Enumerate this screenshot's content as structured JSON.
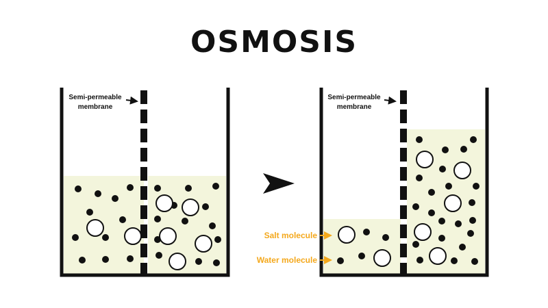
{
  "title": "OSMOSIS",
  "labels": {
    "membrane_line1": "Semi-permeable",
    "membrane_line2": "membrane",
    "salt": "Salt molecule",
    "water": "Water molecule"
  },
  "colors": {
    "text": "#111111",
    "liquid": "#f3f5dc",
    "container": "#111111",
    "accent": "#f4a81c"
  },
  "icons": {
    "process": "arrow-right-icon",
    "label_pointer": "arrow-right-icon"
  }
}
